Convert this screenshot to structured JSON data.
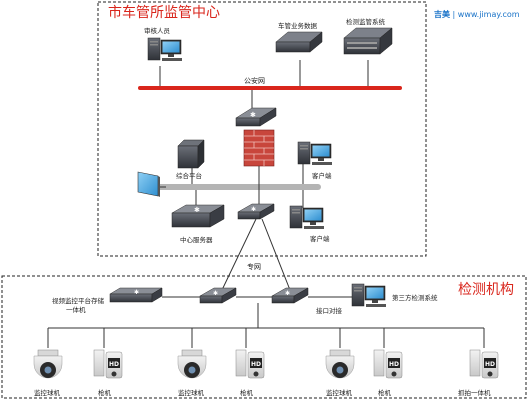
{
  "brand": {
    "logo_text": "吉美",
    "url": "www.jimay.com"
  },
  "regions": {
    "top": {
      "title": "市车管所监管中心"
    },
    "bottom": {
      "title": "检测机构"
    }
  },
  "nodes": {
    "reviewer": "审核人员",
    "vehicle_db": "车管业务数据",
    "inspection_system": "检测监管系统",
    "police_net": "公安网",
    "comprehensive_platform": "综合平台",
    "client1": "客户端",
    "client2": "客户端",
    "center_server": "中心服务器",
    "private_net": "专网",
    "nvr": "视频监控平台存储\n一体机",
    "third_party": "第三方检测系统",
    "interface": "接口对接",
    "dome1": "监控球机",
    "bullet1": "枪机",
    "dome2": "监控球机",
    "bullet2": "枪机",
    "dome3": "监控球机",
    "bullet3": "枪机",
    "capture": "抓拍一体机"
  },
  "colors": {
    "accent": "#d9261c",
    "bus_gray": "#b4b4b4",
    "link": "#1a73c8"
  }
}
